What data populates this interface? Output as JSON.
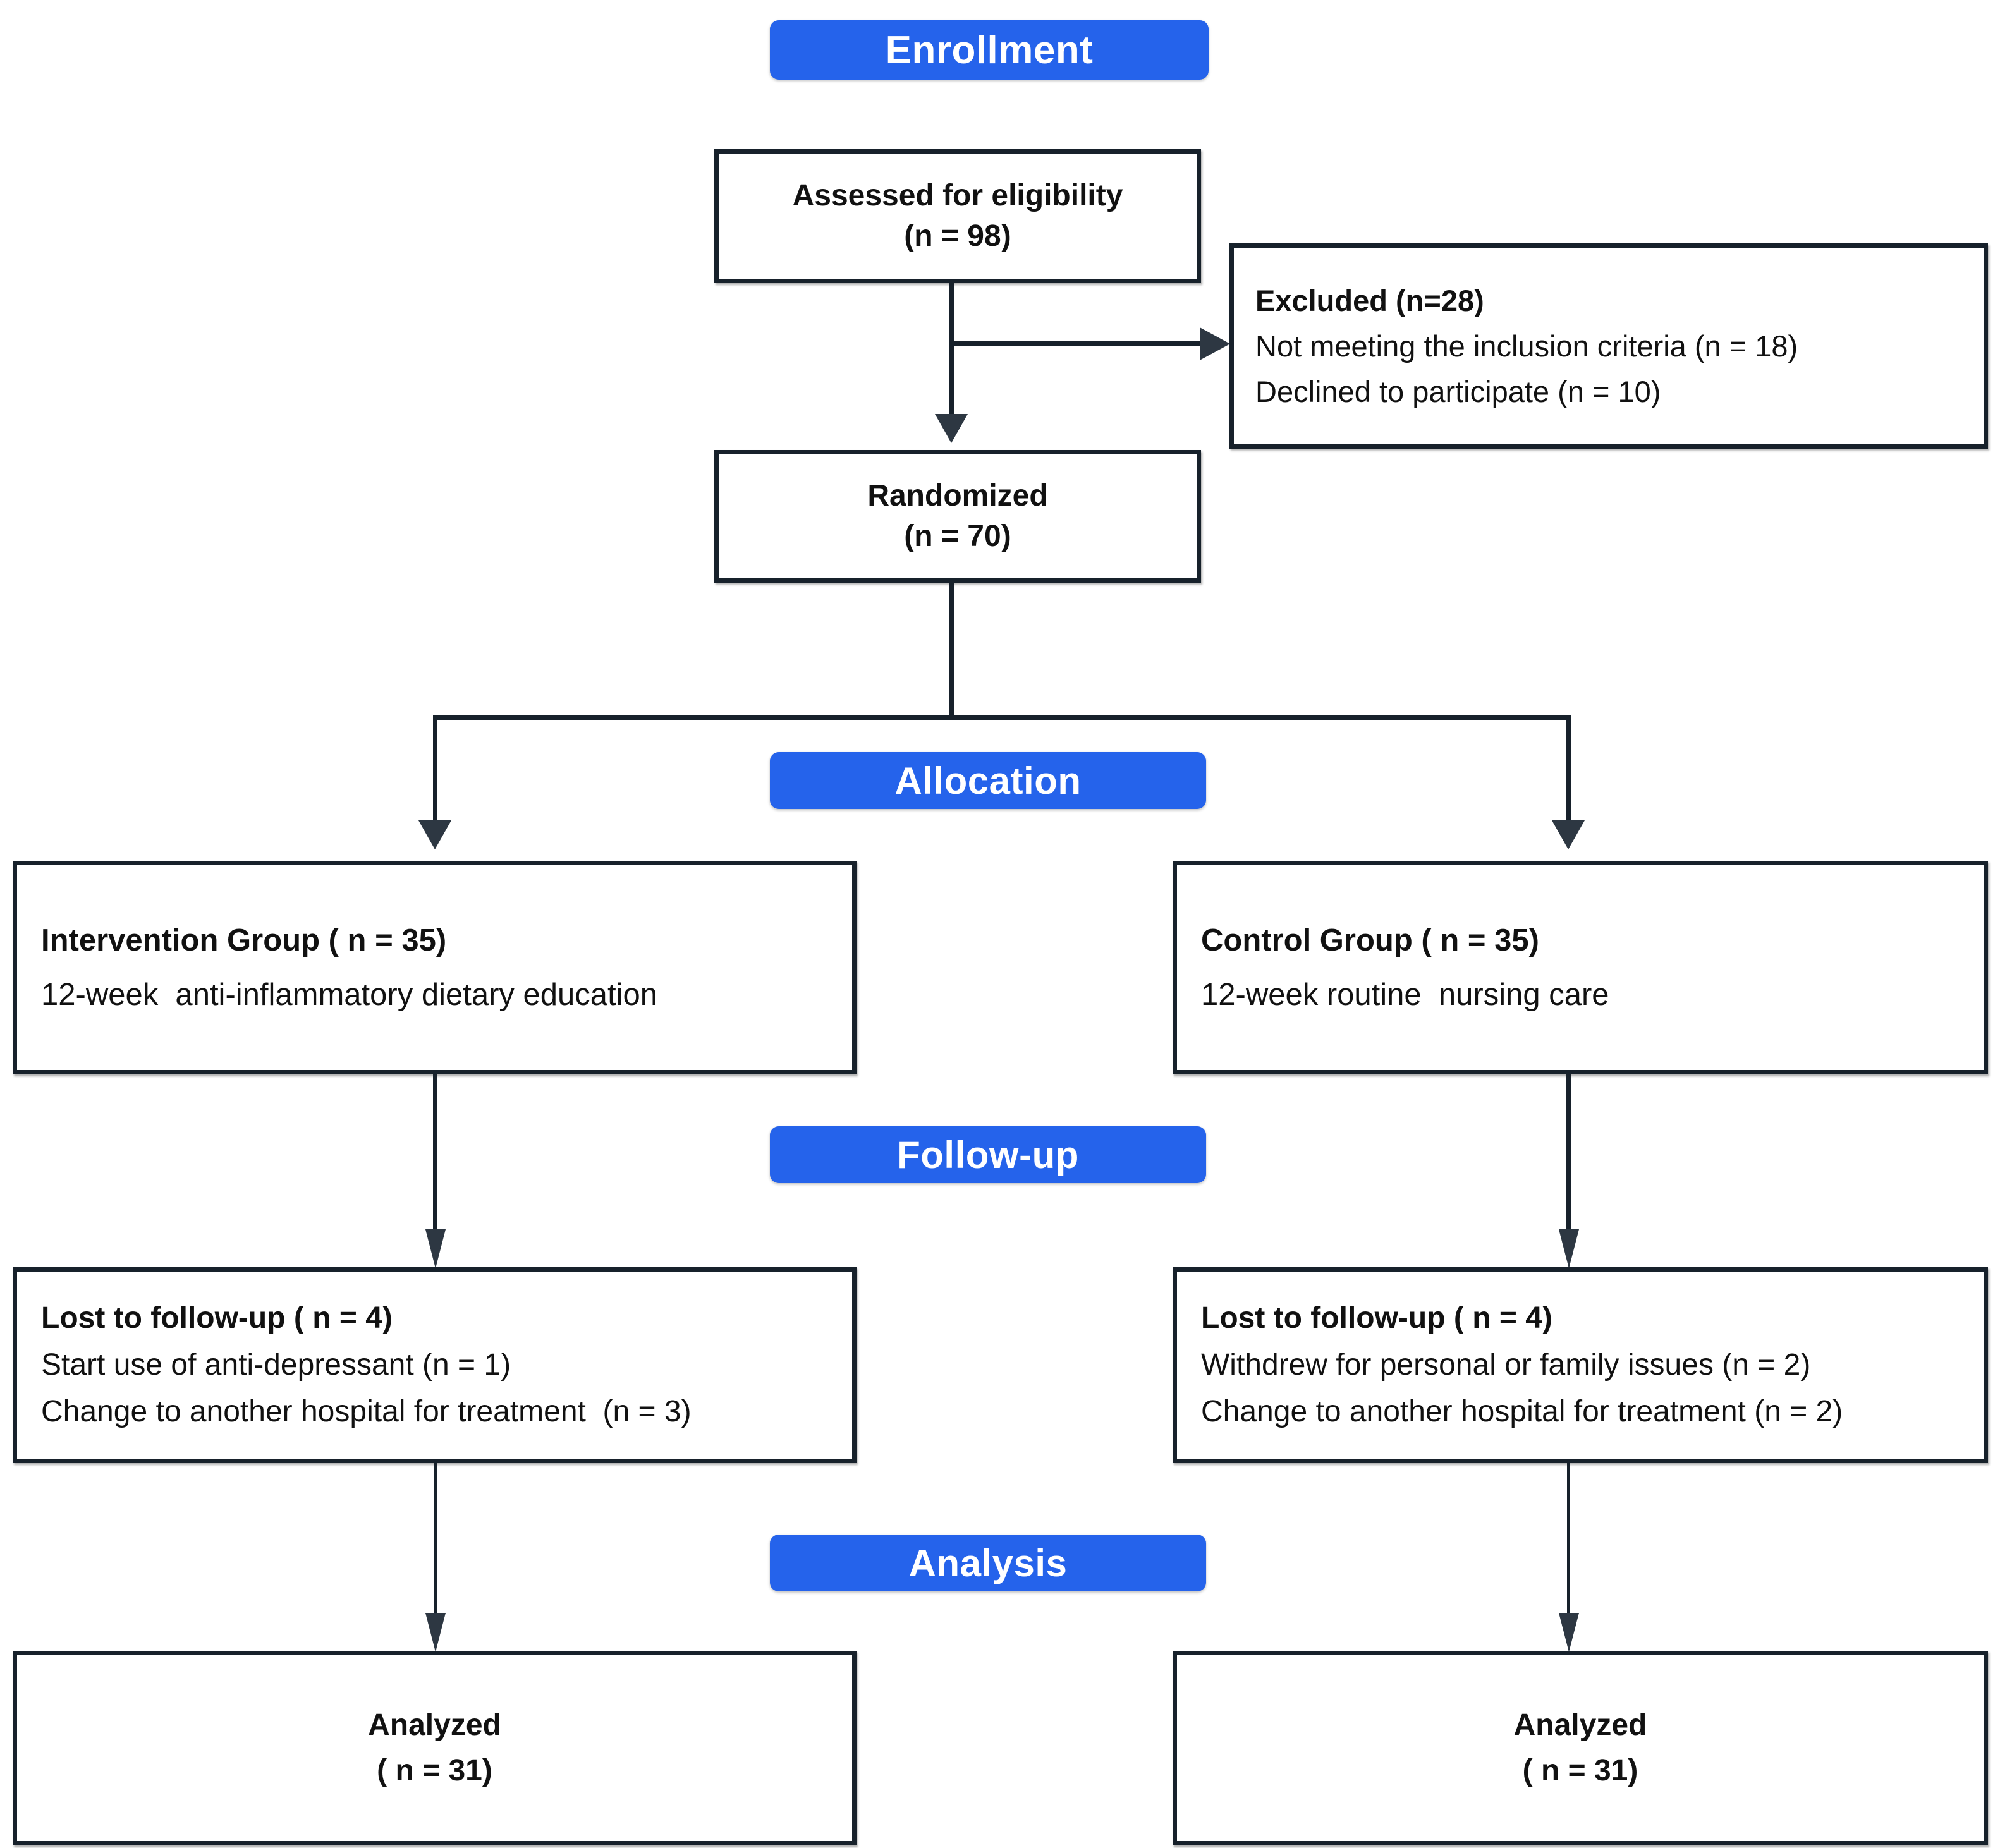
{
  "diagram": {
    "title": "CONSORT participant flow diagram",
    "accent_color": "#2563eb",
    "box_border_color": "#17212b",
    "text_color": "#111111",
    "phases": {
      "enrollment": "Enrollment",
      "allocation": "Allocation",
      "followup": "Follow-up",
      "analysis": "Analysis"
    },
    "enrollment": {
      "assessed": {
        "line1": "Assessed for eligibility",
        "line2": "(n = 98)"
      },
      "excluded": {
        "line1": "Excluded (n=28)",
        "line2": "Not meeting the inclusion criteria (n = 18)",
        "line3": "Declined to participate (n = 10)"
      },
      "randomized": {
        "line1": "Randomized",
        "line2": "(n = 70)"
      }
    },
    "allocation": {
      "intervention": {
        "line1": "Intervention Group ( n = 35)",
        "line2": "12-week  anti-inflammatory dietary education"
      },
      "control": {
        "line1": "Control Group ( n = 35)",
        "line2": "12-week routine  nursing care"
      }
    },
    "followup": {
      "intervention": {
        "line1": "Lost to follow-up ( n = 4)",
        "line2": "Start use of anti-depressant (n = 1)",
        "line3": "Change to another hospital for treatment  (n = 3)"
      },
      "control": {
        "line1": "Lost to follow-up ( n = 4)",
        "line2": "Withdrew for personal or family issues (n = 2)",
        "line3": "Change to another hospital for treatment (n = 2)"
      }
    },
    "analysis": {
      "intervention": {
        "line1": "Analyzed",
        "line2": "( n = 31)"
      },
      "control": {
        "line1": "Analyzed",
        "line2": "( n = 31)"
      }
    }
  }
}
